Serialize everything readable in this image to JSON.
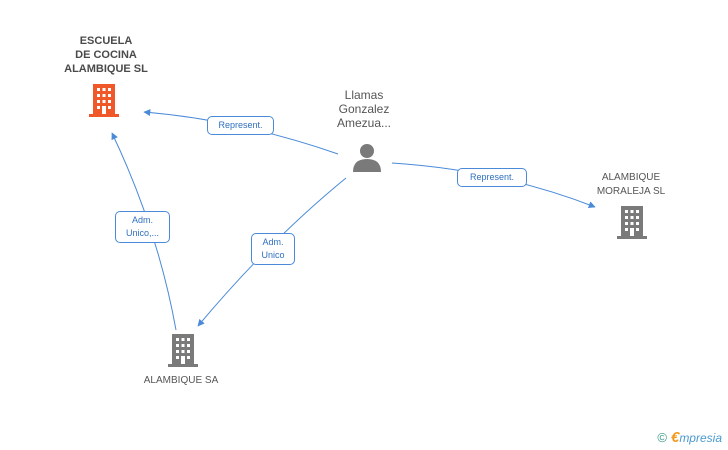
{
  "nodes": {
    "escuela": {
      "name_lines": [
        "ESCUELA",
        "DE COCINA",
        "ALAMBIQUE SL"
      ],
      "icon": "building-icon",
      "color": "#f0582a"
    },
    "person": {
      "name_lines": [
        "Llamas",
        "Gonzalez",
        "Amezua..."
      ],
      "icon": "person-icon",
      "color": "#7a7a7a"
    },
    "moraleja": {
      "name_lines": [
        "ALAMBIQUE",
        "MORALEJA SL"
      ],
      "icon": "building-icon",
      "color": "#7a7a7a"
    },
    "alambique_sa": {
      "name_lines": [
        "ALAMBIQUE SA"
      ],
      "icon": "building-icon",
      "color": "#7a7a7a"
    }
  },
  "edges": {
    "person_escuela": {
      "label_lines": [
        "Represent."
      ]
    },
    "person_moraleja": {
      "label_lines": [
        "Represent."
      ]
    },
    "person_alambique_sa": {
      "label_lines": [
        "Adm.",
        "Unico"
      ]
    },
    "alambique_sa_escuela": {
      "label_lines": [
        "Adm.",
        "Unico,..."
      ]
    }
  },
  "colors": {
    "edge": "#4a8ad8"
  },
  "footer": {
    "copyright": "©",
    "brand_first": "€",
    "brand_rest": "mpresia"
  }
}
